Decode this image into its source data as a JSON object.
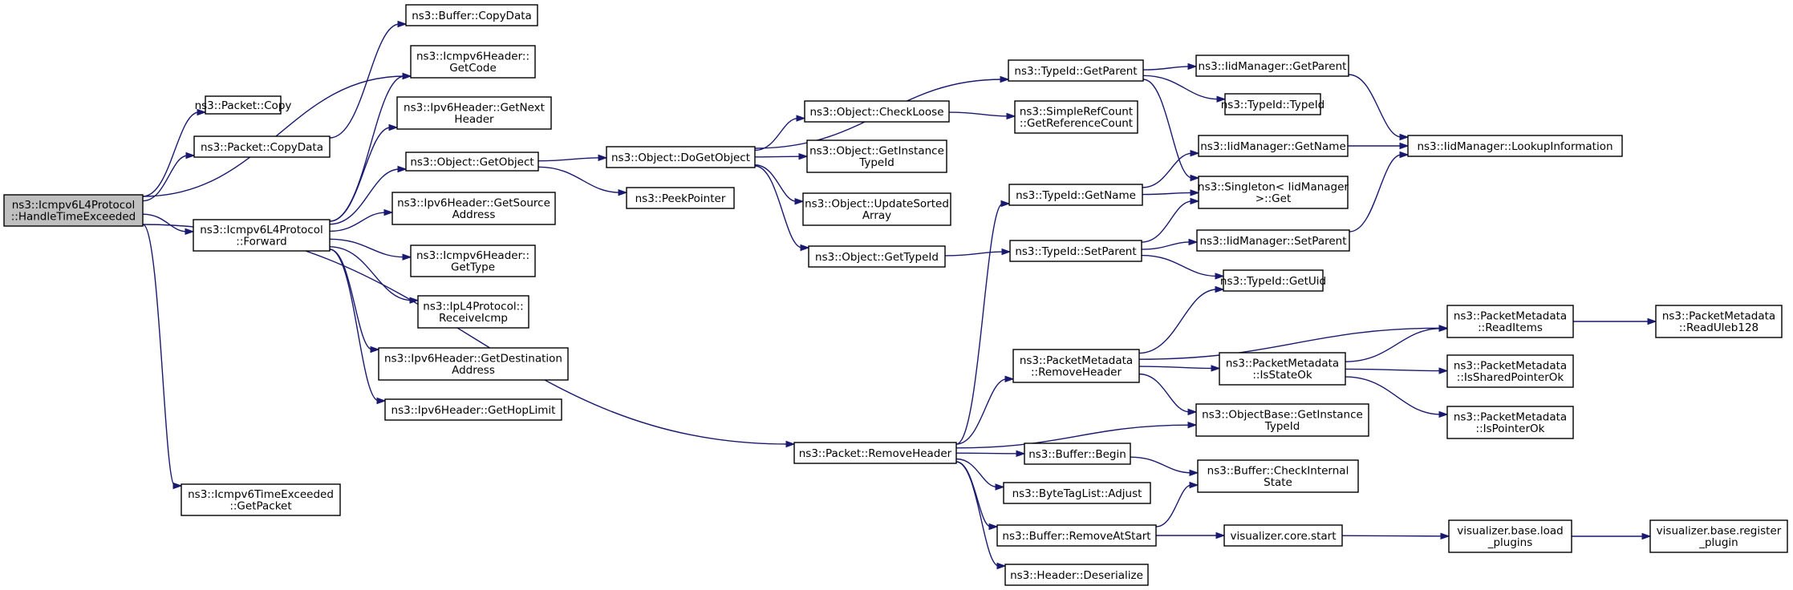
{
  "graph": {
    "edge_color": "#191970",
    "root_fill": "#bfbfbf",
    "nodes": [
      {
        "id": "root",
        "label": [
          "ns3::Icmpv6L4Protocol",
          "::HandleTimeExceeded"
        ],
        "root": true
      },
      {
        "id": "pkt_copy",
        "label": [
          "ns3::Packet::Copy"
        ]
      },
      {
        "id": "pkt_copydata",
        "label": [
          "ns3::Packet::CopyData"
        ]
      },
      {
        "id": "fwd",
        "label": [
          "ns3::Icmpv6L4Protocol",
          "::Forward"
        ]
      },
      {
        "id": "te_getpacket",
        "label": [
          "ns3::Icmpv6TimeExceeded",
          "::GetPacket"
        ]
      },
      {
        "id": "buf_copydata",
        "label": [
          "ns3::Buffer::CopyData"
        ]
      },
      {
        "id": "icmp_getcode",
        "label": [
          "ns3::Icmpv6Header::",
          "GetCode"
        ]
      },
      {
        "id": "ipv6_nexthdr",
        "label": [
          "ns3::Ipv6Header::GetNext",
          "Header"
        ]
      },
      {
        "id": "obj_getobject",
        "label": [
          "ns3::Object::GetObject"
        ]
      },
      {
        "id": "ipv6_src",
        "label": [
          "ns3::Ipv6Header::GetSource",
          "Address"
        ]
      },
      {
        "id": "icmp_gettype",
        "label": [
          "ns3::Icmpv6Header::",
          "GetType"
        ]
      },
      {
        "id": "ipl4_recv",
        "label": [
          "ns3::IpL4Protocol::",
          "ReceiveIcmp"
        ]
      },
      {
        "id": "ipv6_dst",
        "label": [
          "ns3::Ipv6Header::GetDestination",
          "Address"
        ]
      },
      {
        "id": "ipv6_hop",
        "label": [
          "ns3::Ipv6Header::GetHopLimit"
        ]
      },
      {
        "id": "obj_dogetobject",
        "label": [
          "ns3::Object::DoGetObject"
        ]
      },
      {
        "id": "peekptr",
        "label": [
          "ns3::PeekPointer"
        ]
      },
      {
        "id": "pkt_removeheader",
        "label": [
          "ns3::Packet::RemoveHeader"
        ]
      },
      {
        "id": "obj_checkloose",
        "label": [
          "ns3::Object::CheckLoose"
        ]
      },
      {
        "id": "obj_getinsttid",
        "label": [
          "ns3::Object::GetInstance",
          "TypeId"
        ]
      },
      {
        "id": "obj_updsorted",
        "label": [
          "ns3::Object::UpdateSorted",
          "Array"
        ]
      },
      {
        "id": "obj_gettypeid",
        "label": [
          "ns3::Object::GetTypeId"
        ]
      },
      {
        "id": "tid_getparent",
        "label": [
          "ns3::TypeId::GetParent"
        ]
      },
      {
        "id": "srefcnt",
        "label": [
          "ns3::SimpleRefCount",
          "::GetReferenceCount"
        ]
      },
      {
        "id": "tid_getname",
        "label": [
          "ns3::TypeId::GetName"
        ]
      },
      {
        "id": "tid_setparent",
        "label": [
          "ns3::TypeId::SetParent"
        ]
      },
      {
        "id": "pm_removeheader",
        "label": [
          "ns3::PacketMetadata",
          "::RemoveHeader"
        ]
      },
      {
        "id": "buf_begin",
        "label": [
          "ns3::Buffer::Begin"
        ]
      },
      {
        "id": "btl_adjust",
        "label": [
          "ns3::ByteTagList::Adjust"
        ]
      },
      {
        "id": "buf_removeatstart",
        "label": [
          "ns3::Buffer::RemoveAtStart"
        ]
      },
      {
        "id": "hdr_deserialize",
        "label": [
          "ns3::Header::Deserialize"
        ]
      },
      {
        "id": "iid_getparent",
        "label": [
          "ns3::IidManager::GetParent"
        ]
      },
      {
        "id": "tid_typeid",
        "label": [
          "ns3::TypeId::TypeId"
        ]
      },
      {
        "id": "iid_getname",
        "label": [
          "ns3::IidManager::GetName"
        ]
      },
      {
        "id": "singleton_get",
        "label": [
          "ns3::Singleton< IidManager",
          ">::Get"
        ]
      },
      {
        "id": "iid_setparent",
        "label": [
          "ns3::IidManager::SetParent"
        ]
      },
      {
        "id": "tid_getuid",
        "label": [
          "ns3::TypeId::GetUid"
        ]
      },
      {
        "id": "pm_isstateok",
        "label": [
          "ns3::PacketMetadata",
          "::IsStateOk"
        ]
      },
      {
        "id": "ob_getinsttid",
        "label": [
          "ns3::ObjectBase::GetInstance",
          "TypeId"
        ]
      },
      {
        "id": "buf_checkinternal",
        "label": [
          "ns3::Buffer::CheckInternal",
          "State"
        ]
      },
      {
        "id": "viz_core_start",
        "label": [
          "visualizer.core.start"
        ]
      },
      {
        "id": "iid_lookup",
        "label": [
          "ns3::IidManager::LookupInformation"
        ]
      },
      {
        "id": "pm_readitems",
        "label": [
          "ns3::PacketMetadata",
          "::ReadItems"
        ]
      },
      {
        "id": "pm_issharedptr",
        "label": [
          "ns3::PacketMetadata",
          "::IsSharedPointerOk"
        ]
      },
      {
        "id": "pm_isptr",
        "label": [
          "ns3::PacketMetadata",
          "::IsPointerOk"
        ]
      },
      {
        "id": "viz_loadplugins",
        "label": [
          "visualizer.base.load",
          "_plugins"
        ]
      },
      {
        "id": "pm_readuleb",
        "label": [
          "ns3::PacketMetadata",
          "::ReadUleb128"
        ]
      },
      {
        "id": "viz_regplugin",
        "label": [
          "visualizer.base.register",
          "_plugin"
        ]
      }
    ],
    "edges": [
      [
        "root",
        "pkt_copy"
      ],
      [
        "root",
        "pkt_copydata"
      ],
      [
        "root",
        "icmp_getcode"
      ],
      [
        "root",
        "fwd"
      ],
      [
        "root",
        "pkt_removeheader"
      ],
      [
        "root",
        "te_getpacket"
      ],
      [
        "pkt_copydata",
        "buf_copydata"
      ],
      [
        "fwd",
        "icmp_getcode"
      ],
      [
        "fwd",
        "ipv6_nexthdr"
      ],
      [
        "fwd",
        "obj_getobject"
      ],
      [
        "fwd",
        "ipv6_src"
      ],
      [
        "fwd",
        "icmp_gettype"
      ],
      [
        "fwd",
        "ipl4_recv"
      ],
      [
        "fwd",
        "ipv6_dst"
      ],
      [
        "fwd",
        "ipv6_hop"
      ],
      [
        "obj_getobject",
        "obj_dogetobject"
      ],
      [
        "obj_getobject",
        "peekptr"
      ],
      [
        "obj_dogetobject",
        "tid_getparent"
      ],
      [
        "obj_dogetobject",
        "obj_checkloose"
      ],
      [
        "obj_dogetobject",
        "obj_getinsttid"
      ],
      [
        "obj_dogetobject",
        "obj_updsorted"
      ],
      [
        "obj_dogetobject",
        "obj_gettypeid"
      ],
      [
        "obj_checkloose",
        "srefcnt"
      ],
      [
        "obj_gettypeid",
        "tid_setparent"
      ],
      [
        "tid_getparent",
        "iid_getparent"
      ],
      [
        "tid_getparent",
        "tid_typeid"
      ],
      [
        "tid_getparent",
        "singleton_get"
      ],
      [
        "iid_getparent",
        "iid_lookup"
      ],
      [
        "tid_getname",
        "iid_getname"
      ],
      [
        "tid_getname",
        "singleton_get"
      ],
      [
        "iid_getname",
        "iid_lookup"
      ],
      [
        "tid_setparent",
        "singleton_get"
      ],
      [
        "tid_setparent",
        "iid_setparent"
      ],
      [
        "tid_setparent",
        "tid_getuid"
      ],
      [
        "iid_setparent",
        "iid_lookup"
      ],
      [
        "pkt_removeheader",
        "tid_getname"
      ],
      [
        "pkt_removeheader",
        "pm_removeheader"
      ],
      [
        "pkt_removeheader",
        "ob_getinsttid"
      ],
      [
        "pkt_removeheader",
        "buf_begin"
      ],
      [
        "pkt_removeheader",
        "btl_adjust"
      ],
      [
        "pkt_removeheader",
        "buf_removeatstart"
      ],
      [
        "pkt_removeheader",
        "hdr_deserialize"
      ],
      [
        "pm_removeheader",
        "tid_getuid"
      ],
      [
        "pm_removeheader",
        "pm_readitems"
      ],
      [
        "pm_removeheader",
        "pm_isstateok"
      ],
      [
        "pm_removeheader",
        "ob_getinsttid"
      ],
      [
        "pm_isstateok",
        "pm_readitems"
      ],
      [
        "pm_isstateok",
        "pm_issharedptr"
      ],
      [
        "pm_isstateok",
        "pm_isptr"
      ],
      [
        "pm_readitems",
        "pm_readuleb"
      ],
      [
        "buf_begin",
        "buf_checkinternal"
      ],
      [
        "buf_removeatstart",
        "buf_checkinternal"
      ],
      [
        "buf_removeatstart",
        "viz_core_start"
      ],
      [
        "viz_core_start",
        "viz_loadplugins"
      ],
      [
        "viz_loadplugins",
        "viz_regplugin"
      ]
    ]
  }
}
